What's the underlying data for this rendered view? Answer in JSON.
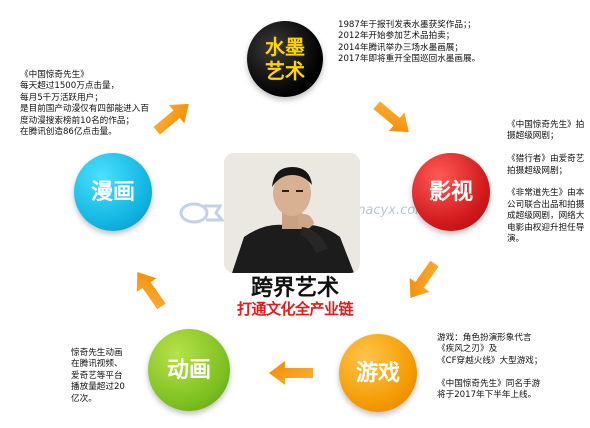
{
  "nodes": {
    "ink": {
      "label": "水墨\n艺术",
      "color": "#000000",
      "label_color": "#ffd400"
    },
    "film": {
      "label": "影视",
      "color": "#d0181a"
    },
    "game": {
      "label": "游戏",
      "color": "#f39a00"
    },
    "anim": {
      "label": "动画",
      "color": "#7cc020"
    },
    "comic": {
      "label": "漫画",
      "color": "#10b4e0"
    }
  },
  "texts": {
    "ink": "1987年于报刊发表水墨获奖作品；；\n2012年开始参加艺术品拍卖；\n2014年腾讯举办三场水墨画展；\n2017年即将重开全国巡回水墨画展。",
    "film": "《中国惊奇先生》拍摄超级网剧；\n\n《猎行者》由爱奇艺拍摄超级网剧；\n\n《非常道先生》由本公司联合出品和拍摄成超级网剧，网络大电影由权迎升担任导演。",
    "game": "游戏：角色扮演形象代言\n《疾风之刃》及\n《CF穿越火线》大型游戏；\n\n《中国惊奇先生》同名手游\n将于2017年下半年上线。",
    "anim": "惊奇先生动画\n在腾讯视频、\n爱奇艺等平台\n播放量超过20\n亿次。",
    "comic": "《中国惊奇先生》\n每天超过1500万点击量，\n每月5千万活跃用户；\n是目前国产动漫仅有四部能进入百度动漫搜索榜前10名的作品；\n在腾讯创造86亿点击量。"
  },
  "caption": {
    "main": "跨界艺术",
    "sub": "打通文化全产业链"
  },
  "watermark": "www.chinacyx.com",
  "arrow_color": "#f39a00"
}
